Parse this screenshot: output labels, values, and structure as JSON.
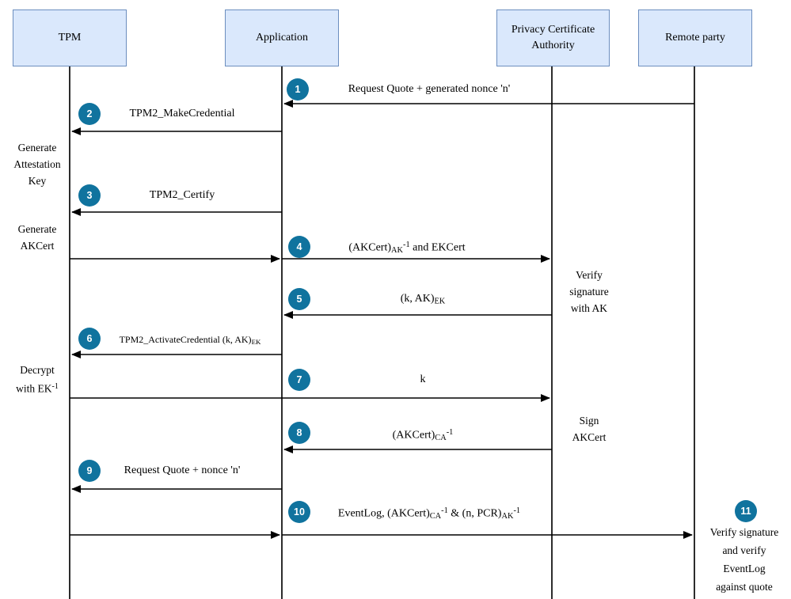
{
  "colors": {
    "actor_fill": "#dae8fc",
    "actor_border": "#6c8ebf",
    "step_circle_fill": "#10739e",
    "step_circle_text": "#ffffff",
    "line": "#000000",
    "text": "#000000"
  },
  "actors": [
    {
      "label": "TPM"
    },
    {
      "label": "Application"
    },
    {
      "label": "Privacy Certificate Authority"
    },
    {
      "label": "Remote party"
    }
  ],
  "steps": [
    {
      "n": "1",
      "label": "Request Quote + generated nonce 'n'"
    },
    {
      "n": "2",
      "label": "TPM2_MakeCredential"
    },
    {
      "n": "3",
      "label": "TPM2_Certify"
    },
    {
      "n": "4",
      "label": "(AKCert)_{AK}^{-1} and EKCert"
    },
    {
      "n": "5",
      "label": "(k, AK)_{EK}"
    },
    {
      "n": "6",
      "label": "TPM2_ActivateCredential (k, AK)_{EK}"
    },
    {
      "n": "7",
      "label": "k"
    },
    {
      "n": "8",
      "label": "(AKCert)_{CA}^{-1}"
    },
    {
      "n": "9",
      "label": "Request Quote + nonce 'n'"
    },
    {
      "n": "10",
      "label": "EventLog, (AKCert)_{CA}^{-1} & (n, PCR)_{AK}^{-1}"
    },
    {
      "n": "11",
      "label": "Verify signature\nand verify\nEventLog\nagainst quote"
    }
  ],
  "notes": {
    "tpm": [
      {
        "text": "Generate\nAttestation\nKey"
      },
      {
        "text": "Generate\nAKCert"
      },
      {
        "text": "Decrypt\nwith EK^{-1}"
      }
    ],
    "ca": [
      {
        "text": "Verify\nsignature\nwith AK"
      },
      {
        "text": "Sign\nAKCert"
      }
    ]
  }
}
